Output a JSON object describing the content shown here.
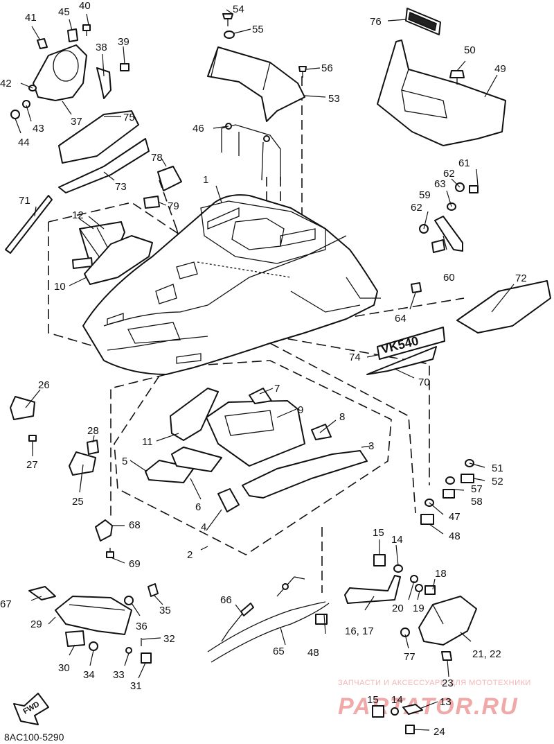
{
  "diagram": {
    "code": "8AC100-5290",
    "fwd_label": "FWD",
    "emblem_text": "VK540",
    "watermark": {
      "line1": "ЗАПЧАСТИ И АКСЕССУАРЫ ДЛЯ МОТОТЕХНИКИ",
      "line2": "PARTATOR.RU"
    },
    "callouts": {
      "n1": "1",
      "n2": "2",
      "n3": "3",
      "n4": "4",
      "n5": "5",
      "n6": "6",
      "n7": "7",
      "n8": "8",
      "n9": "9",
      "n10": "10",
      "n11": "11",
      "n12": "12",
      "n13": "13",
      "n14a": "14",
      "n14b": "14",
      "n15a": "15",
      "n15b": "15",
      "n16_17": "16, 17",
      "n18": "18",
      "n19": "19",
      "n20": "20",
      "n21_22": "21, 22",
      "n23": "23",
      "n24": "24",
      "n25": "25",
      "n26": "26",
      "n27": "27",
      "n28": "28",
      "n29": "29",
      "n30": "30",
      "n31": "31",
      "n32": "32",
      "n33": "33",
      "n34": "34",
      "n35": "35",
      "n36": "36",
      "n37": "37",
      "n38": "38",
      "n39": "39",
      "n40": "40",
      "n41": "41",
      "n42": "42",
      "n43": "43",
      "n44": "44",
      "n45": "45",
      "n46": "46",
      "n47": "47",
      "n48a": "48",
      "n48b": "48",
      "n49": "49",
      "n50": "50",
      "n51": "51",
      "n52": "52",
      "n53": "53",
      "n54": "54",
      "n55": "55",
      "n56": "56",
      "n57": "57",
      "n58": "58",
      "n59": "59",
      "n60": "60",
      "n61": "61",
      "n62a": "62",
      "n62b": "62",
      "n63": "63",
      "n64": "64",
      "n65": "65",
      "n66": "66",
      "n67": "67",
      "n68": "68",
      "n69": "69",
      "n70": "70",
      "n71": "71",
      "n72": "72",
      "n73": "73",
      "n74": "74",
      "n75": "75",
      "n76": "76",
      "n77": "77",
      "n78": "78",
      "n79": "79"
    }
  }
}
